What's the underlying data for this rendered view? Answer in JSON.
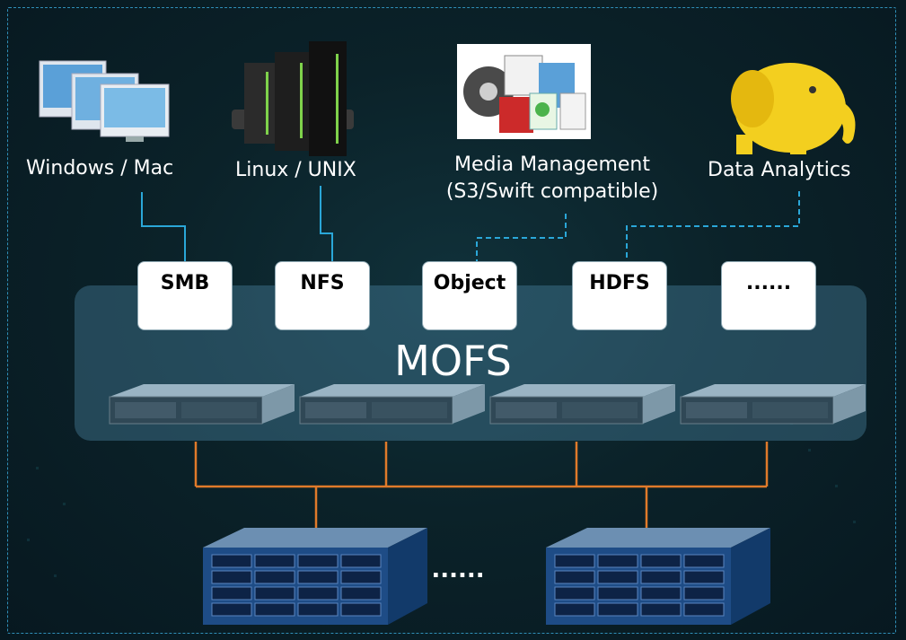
{
  "clients": [
    {
      "icon": "desktop-monitors-icon",
      "label": "Windows / Mac"
    },
    {
      "icon": "server-tower-icon",
      "label": "Linux / UNIX"
    },
    {
      "icon": "media-files-icon",
      "label_line1": "Media Management",
      "label_line2": "(S3/Swift compatible)"
    },
    {
      "icon": "hadoop-elephant-icon",
      "label": "Data Analytics"
    }
  ],
  "protocols": [
    "SMB",
    "NFS",
    "Object",
    "HDFS",
    "......"
  ],
  "cluster_title": "MOFS",
  "storage_ellipsis": "......",
  "colors": {
    "background": "#0b2229",
    "frame": "#2f8fb8",
    "connector_blue": "#2aa7d8",
    "connector_orange": "#e07a2a",
    "panel": "#4f8ca8"
  }
}
